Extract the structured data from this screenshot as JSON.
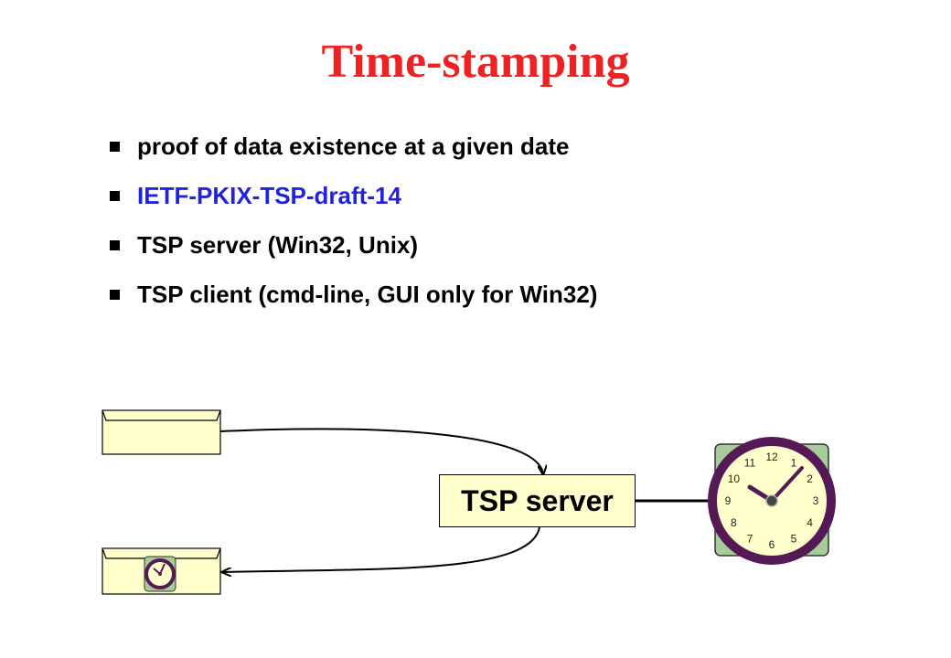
{
  "title": "Time-stamping",
  "bullets": [
    "proof of data existence at a given date",
    "IETF-PKIX-TSP-draft-14",
    "TSP server (Win32, Unix)",
    "TSP client (cmd-line, GUI only for Win32)"
  ],
  "diagram": {
    "server_label": "TSP server",
    "clock_numbers": [
      "12",
      "1",
      "2",
      "3",
      "4",
      "5",
      "6",
      "7",
      "8",
      "9",
      "10",
      "11"
    ]
  },
  "colors": {
    "title": "#ee2222",
    "link": "#2222dd",
    "box_fill": "#ffffcc",
    "clock_frame": "#a6cc99",
    "clock_rim": "#551a55",
    "clock_face": "#ffffcc"
  }
}
